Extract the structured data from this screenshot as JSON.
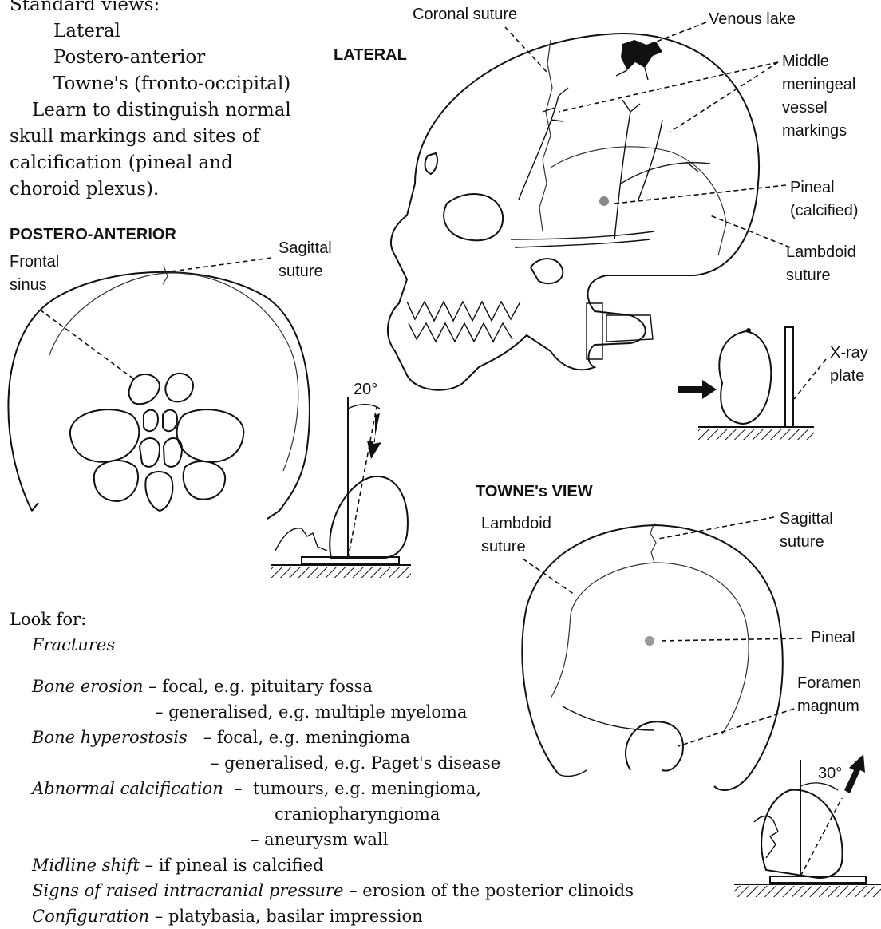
{
  "intro": {
    "line1": "Standard views:",
    "line2": "Lateral",
    "line3": "Postero-anterior",
    "line4": "Towne's (fronto-occipital)",
    "line5": "Learn to distinguish normal",
    "line6": "skull markings and sites of",
    "line7": "calcification (pineal and",
    "line8": "choroid plexus)."
  },
  "lateral": {
    "heading": "LATERAL",
    "coronal_suture": "Coronal suture",
    "venous_lake": "Venous lake",
    "middle_meningeal_1": "Middle",
    "middle_meningeal_2": "meningeal",
    "middle_meningeal_3": "vessel",
    "middle_meningeal_4": "markings",
    "pineal_1": "Pineal",
    "pineal_2": "(calcified)",
    "lambdoid_1": "Lambdoid",
    "lambdoid_2": "suture",
    "xray_1": "X-ray",
    "xray_2": "plate"
  },
  "pa": {
    "heading": "POSTERO-ANTERIOR",
    "frontal_1": "Frontal",
    "frontal_2": "sinus",
    "sagittal_1": "Sagittal",
    "sagittal_2": "suture",
    "angle": "20°"
  },
  "towne": {
    "heading": "TOWNE's VIEW",
    "lambdoid_1": "Lambdoid",
    "lambdoid_2": "suture",
    "sagittal_1": "Sagittal",
    "sagittal_2": "suture",
    "pineal": "Pineal",
    "foramen_1": "Foramen",
    "foramen_2": "magnum",
    "angle": "30°"
  },
  "look_for": {
    "title": "Look for:",
    "fractures": "Fractures",
    "bone_erosion": "Bone erosion",
    "bone_erosion_focal": "– focal, e.g. pituitary fossa",
    "bone_erosion_gen": "– generalised, e.g. multiple myeloma",
    "bone_hyperostosis": "Bone hyperostosis",
    "hyper_focal": "– focal, e.g. meningioma",
    "hyper_gen": "– generalised, e.g. Paget's disease",
    "abnormal_calc": "Abnormal calcification",
    "calc_dash": "–",
    "calc_tumours": "tumours, e.g. meningioma,",
    "calc_cranio": "craniopharyngioma",
    "calc_aneurysm": "– aneurysm wall",
    "midline_shift": "Midline shift",
    "midline_rest": "– if pineal is calcified",
    "raised_icp": "Signs of raised intracranial pressure",
    "raised_icp_rest": "– erosion of the posterior clinoids",
    "configuration": "Configuration",
    "configuration_rest": "– platybasia, basilar impression"
  }
}
